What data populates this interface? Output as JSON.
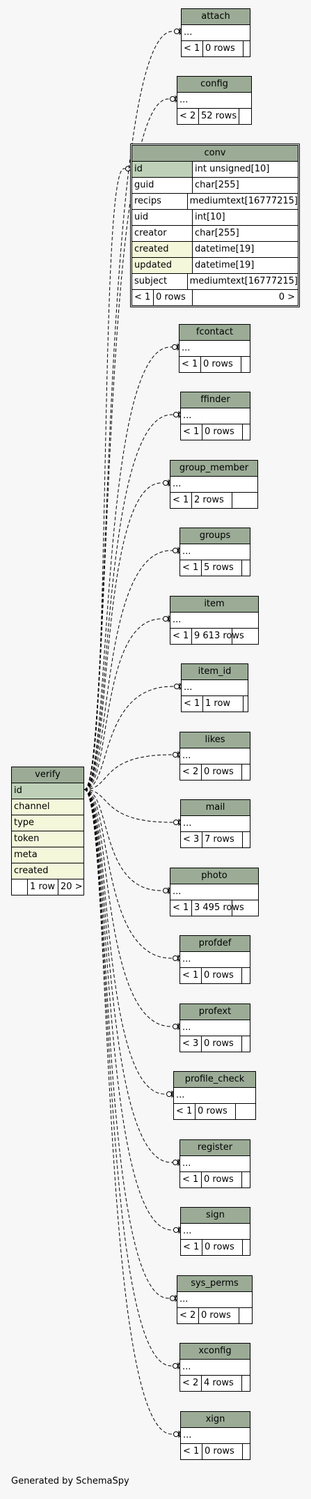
{
  "footer": {
    "generated": "Generated by SchemaSpy"
  },
  "colors": {
    "header": "#9bab96",
    "primary_key": "#bed1b8",
    "indexed": "#f4f7da",
    "background": "#f7f7f7"
  },
  "verify": {
    "name": "verify",
    "columns": [
      "id",
      "channel",
      "type",
      "token",
      "meta",
      "created"
    ],
    "footer": [
      "",
      "1 row",
      "20 >"
    ]
  },
  "conv": {
    "name": "conv",
    "columns": [
      {
        "name": "id",
        "type": "int unsigned[10]"
      },
      {
        "name": "guid",
        "type": "char[255]"
      },
      {
        "name": "recips",
        "type": "mediumtext[16777215]"
      },
      {
        "name": "uid",
        "type": "int[10]"
      },
      {
        "name": "creator",
        "type": "char[255]"
      },
      {
        "name": "created",
        "type": "datetime[19]"
      },
      {
        "name": "updated",
        "type": "datetime[19]"
      },
      {
        "name": "subject",
        "type": "mediumtext[16777215]"
      }
    ],
    "footer": [
      "< 1",
      "0 rows",
      "0 >"
    ]
  },
  "tables": [
    {
      "name": "attach",
      "ellipsis": "...",
      "footer": [
        "< 1",
        "0 rows",
        ""
      ]
    },
    {
      "name": "config",
      "ellipsis": "...",
      "footer": [
        "< 2",
        "52 rows",
        ""
      ]
    },
    {
      "name": "fcontact",
      "ellipsis": "...",
      "footer": [
        "< 1",
        "0 rows",
        ""
      ]
    },
    {
      "name": "ffinder",
      "ellipsis": "...",
      "footer": [
        "< 1",
        "0 rows",
        ""
      ]
    },
    {
      "name": "group_member",
      "ellipsis": "...",
      "footer": [
        "< 1",
        "2 rows",
        ""
      ]
    },
    {
      "name": "groups",
      "ellipsis": "...",
      "footer": [
        "< 1",
        "5 rows",
        ""
      ]
    },
    {
      "name": "item",
      "ellipsis": "...",
      "footer": [
        "< 1",
        "9 613 rows",
        ""
      ]
    },
    {
      "name": "item_id",
      "ellipsis": "...",
      "footer": [
        "< 1",
        "1 row",
        ""
      ]
    },
    {
      "name": "likes",
      "ellipsis": "...",
      "footer": [
        "< 2",
        "0 rows",
        ""
      ]
    },
    {
      "name": "mail",
      "ellipsis": "...",
      "footer": [
        "< 3",
        "7 rows",
        ""
      ]
    },
    {
      "name": "photo",
      "ellipsis": "...",
      "footer": [
        "< 1",
        "3 495 rows",
        ""
      ]
    },
    {
      "name": "profdef",
      "ellipsis": "...",
      "footer": [
        "< 1",
        "0 rows",
        ""
      ]
    },
    {
      "name": "profext",
      "ellipsis": "...",
      "footer": [
        "< 3",
        "0 rows",
        ""
      ]
    },
    {
      "name": "profile_check",
      "ellipsis": "...",
      "footer": [
        "< 1",
        "0 rows",
        ""
      ]
    },
    {
      "name": "register",
      "ellipsis": "...",
      "footer": [
        "< 1",
        "0 rows",
        ""
      ]
    },
    {
      "name": "sign",
      "ellipsis": "...",
      "footer": [
        "< 1",
        "0 rows",
        ""
      ]
    },
    {
      "name": "sys_perms",
      "ellipsis": "...",
      "footer": [
        "< 2",
        "0 rows",
        ""
      ]
    },
    {
      "name": "xconfig",
      "ellipsis": "...",
      "footer": [
        "< 2",
        "4 rows",
        ""
      ]
    },
    {
      "name": "xign",
      "ellipsis": "...",
      "footer": [
        "< 1",
        "0 rows",
        ""
      ]
    }
  ]
}
